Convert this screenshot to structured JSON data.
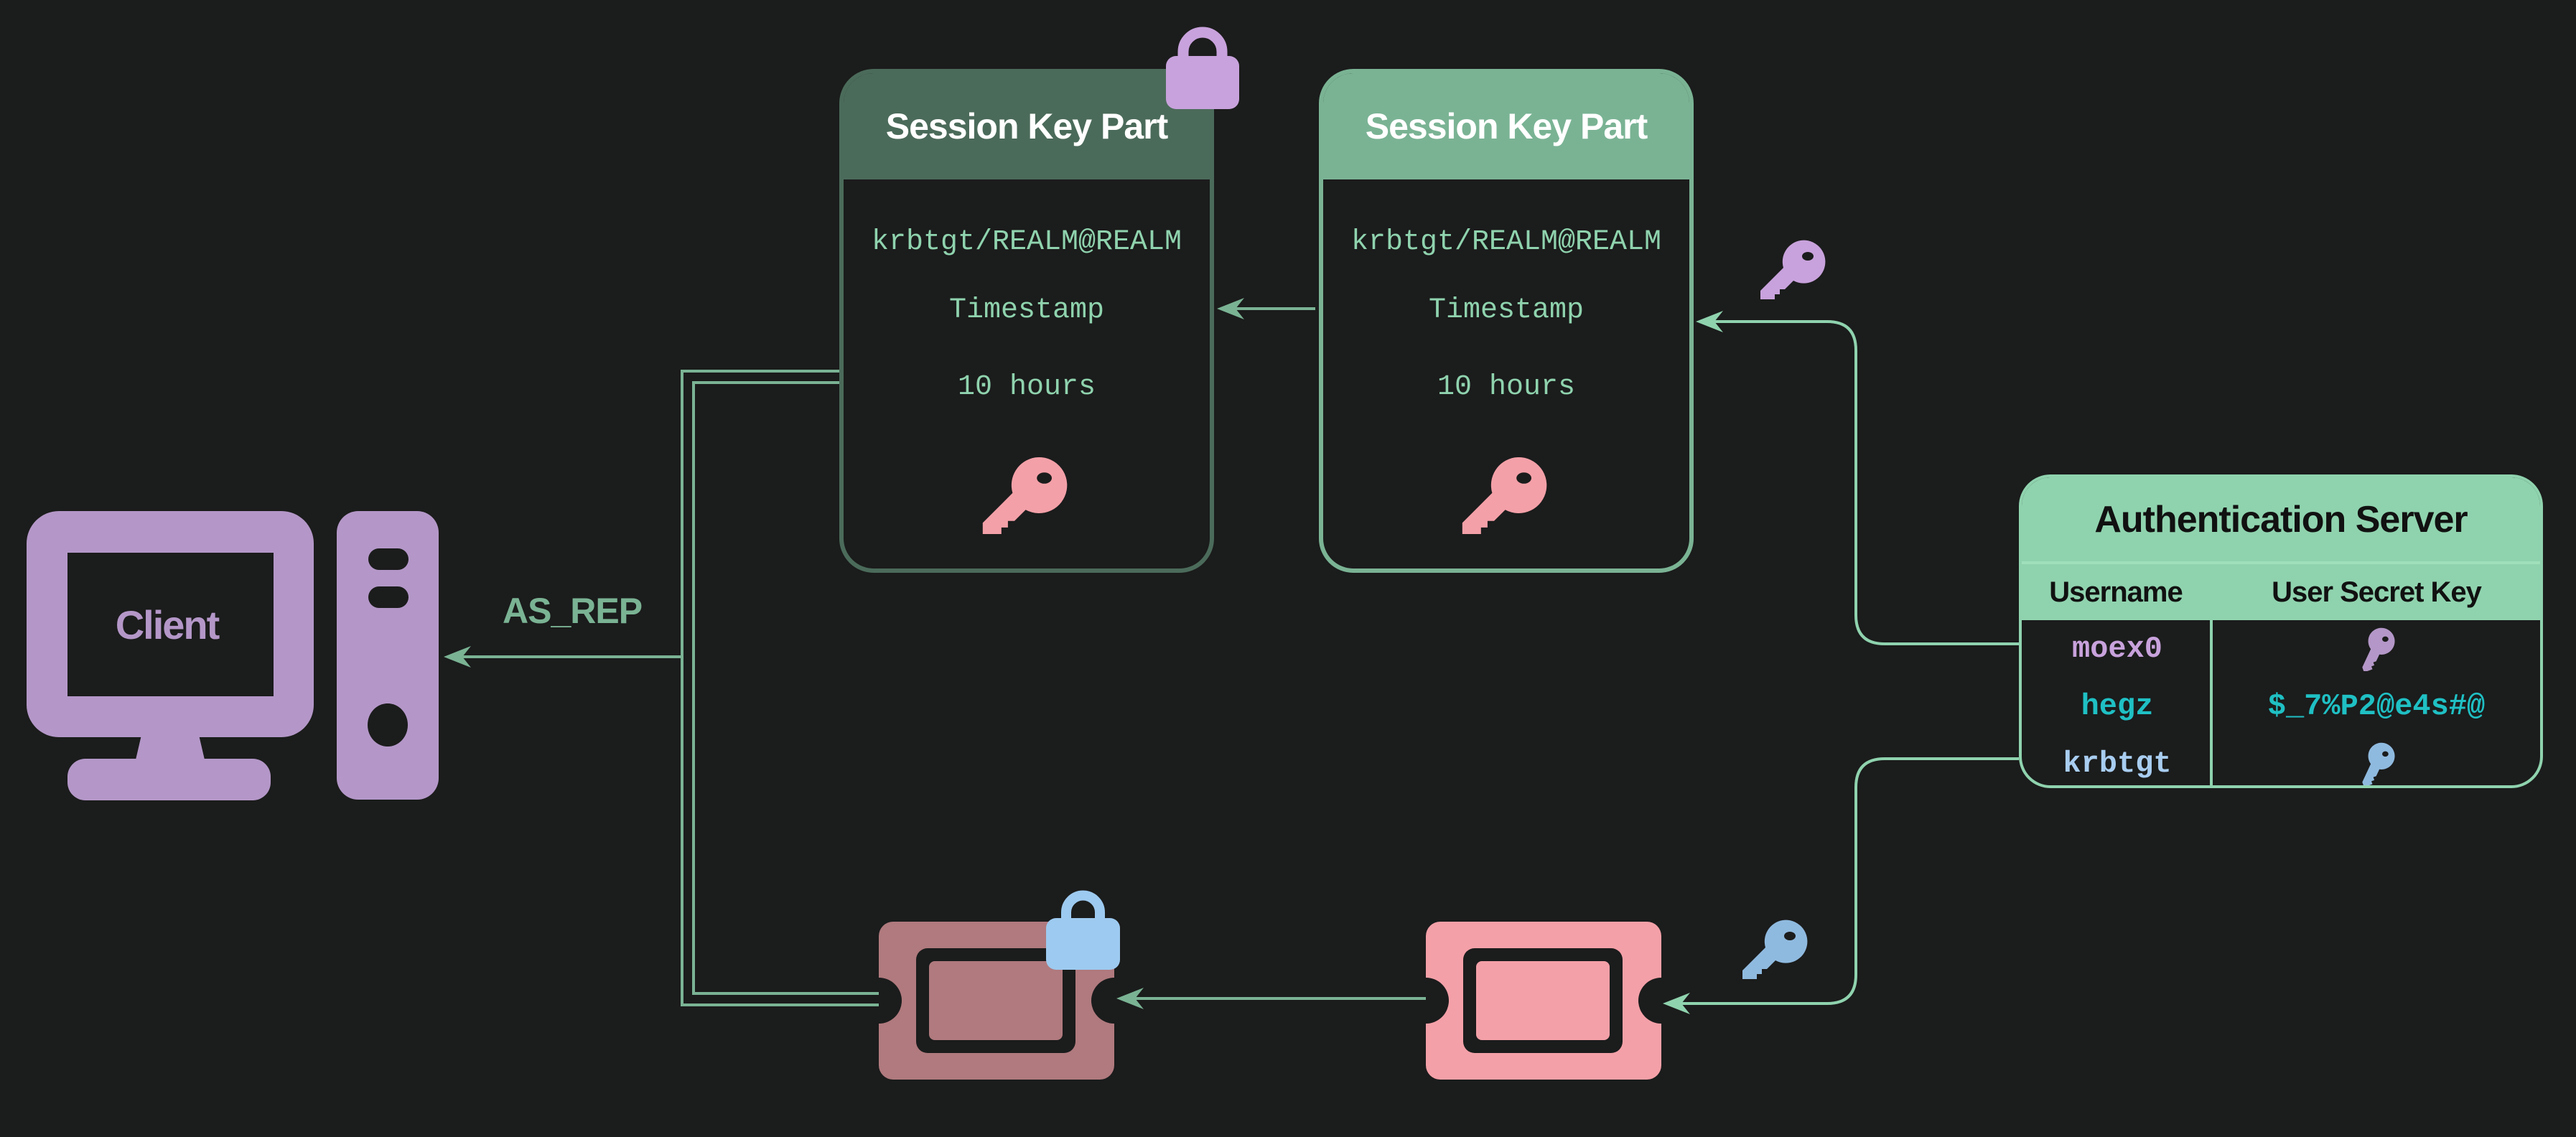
{
  "colors": {
    "background": "#1b1c1c",
    "line_green": "#7ab394",
    "light_green": "#8fd3ae",
    "dark_green_header": "#4b6b5a",
    "client_purple": "#b497c8",
    "lock_purple": "#c8a2dc",
    "key_purple": "#c8a2dc",
    "key_pink": "#f4a0a8",
    "key_blue": "#8fbadf",
    "lock_blue": "#9dcaf0",
    "ticket_pink": "#f4a0a8",
    "ticket_dark_pink": "#b07a7e",
    "hegz_cyan": "#1fc0c4",
    "moex_purple": "#c8a2dc",
    "krbtgt_blue": "#a8cdf0"
  },
  "client": {
    "label": "Client",
    "icon": "desktop-computer-icon"
  },
  "edge_label": {
    "as_rep": "AS_REP"
  },
  "session_key_encrypted": {
    "title": "Session Key Part",
    "lines": [
      "krbtgt/REALM@REALM",
      "Timestamp",
      "10 hours"
    ],
    "key_icon": "key-icon",
    "lock_icon": "lock-icon"
  },
  "session_key_plain": {
    "title": "Session Key Part",
    "lines": [
      "krbtgt/REALM@REALM",
      "Timestamp",
      "10 hours"
    ],
    "key_icon": "key-icon"
  },
  "auth_server": {
    "title": "Authentication Server",
    "columns": [
      "Username",
      "User Secret Key"
    ],
    "rows": [
      {
        "username": "moex0",
        "secret": "key-icon-purple"
      },
      {
        "username": "hegz",
        "secret": "$_7%P2@e4s#@"
      },
      {
        "username": "krbtgt",
        "secret": "key-icon-blue"
      }
    ]
  },
  "tickets": {
    "encrypted": {
      "icon": "ticket-icon",
      "lock_icon": "lock-icon"
    },
    "plain": {
      "icon": "ticket-icon"
    }
  },
  "connector_keys": [
    "key-icon-purple",
    "key-icon-blue"
  ]
}
